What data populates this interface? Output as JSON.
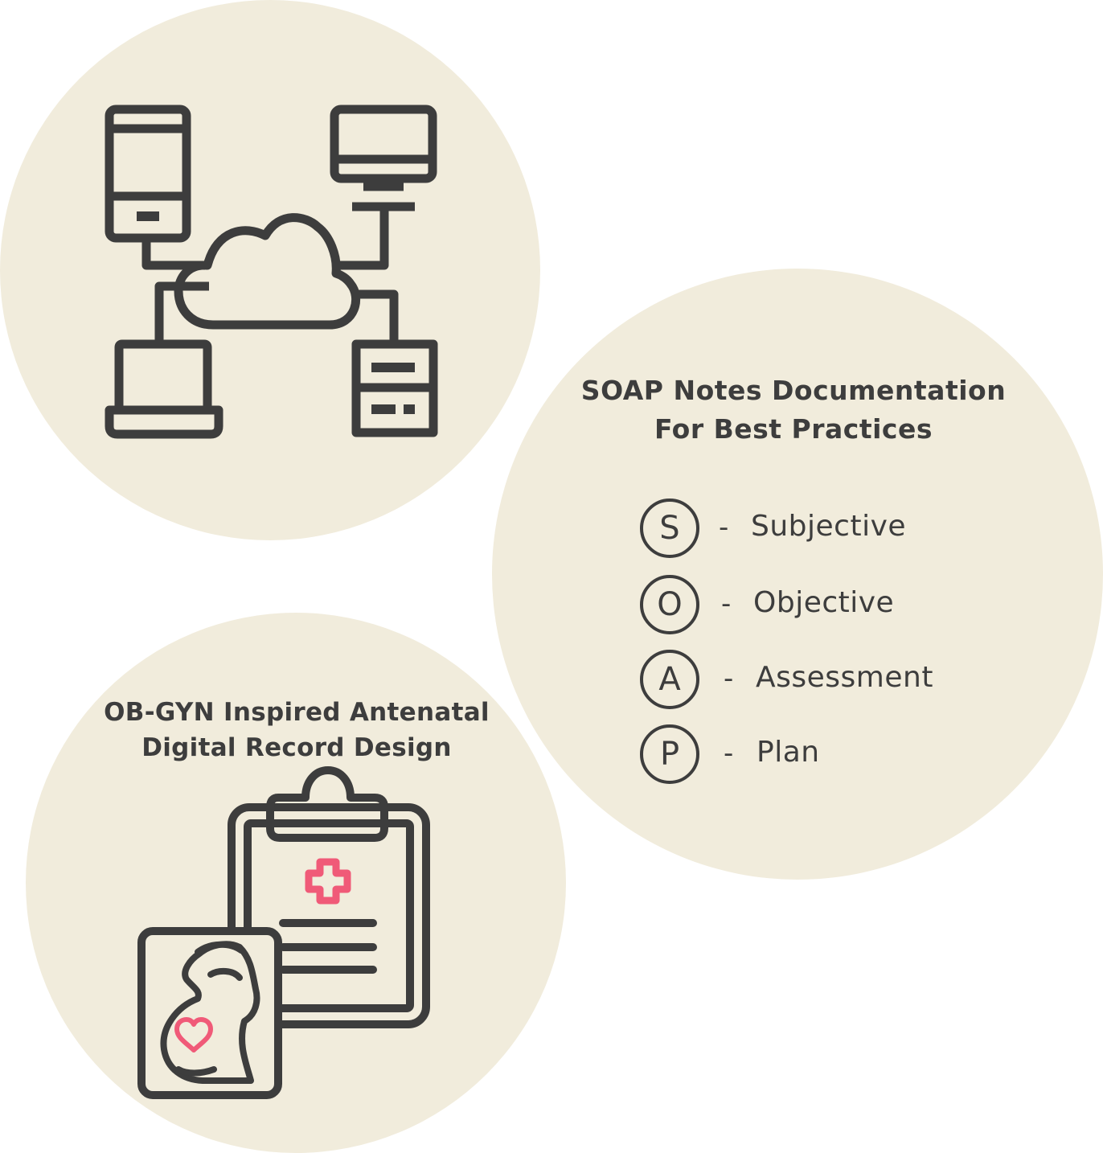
{
  "soap": {
    "title_line1": "SOAP Notes Documentation",
    "title_line2": "For Best Practices",
    "items": [
      {
        "letter": "S",
        "dash": "-",
        "word": "Subjective"
      },
      {
        "letter": "O",
        "dash": "-",
        "word": "Objective"
      },
      {
        "letter": "A",
        "dash": "-",
        "word": "Assessment"
      },
      {
        "letter": "P",
        "dash": "-",
        "word": "Plan"
      }
    ]
  },
  "obgyn": {
    "title_line1": "OB-GYN Inspired Antenatal",
    "title_line2": "Digital Record Design"
  },
  "icons": {
    "network": "cloud-network-icon",
    "clipboard": "medical-clipboard-icon",
    "pregnancy": "pregnancy-photo-icon"
  },
  "colors": {
    "circle_fill": "#f1ecdc",
    "stroke": "#3d3d3d",
    "accent": "#f05a78"
  }
}
